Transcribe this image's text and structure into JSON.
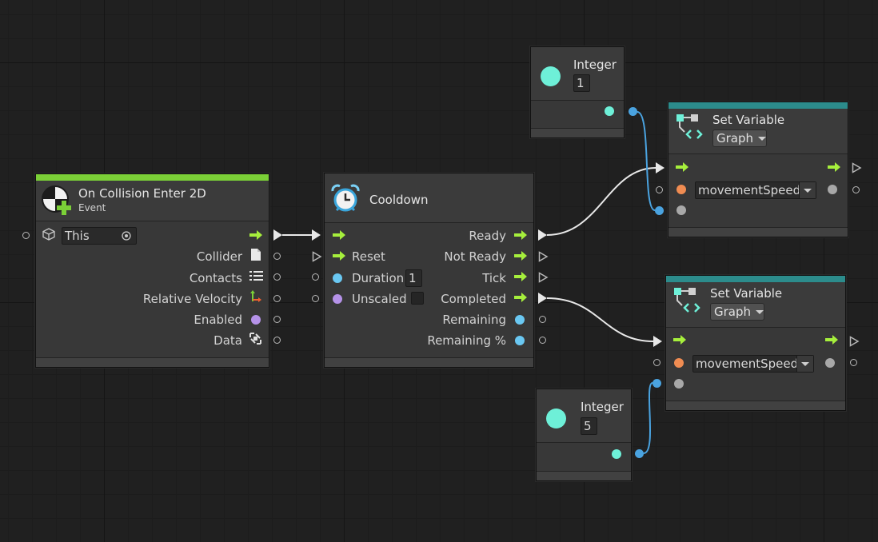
{
  "colors": {
    "event_bar": "#7bd037",
    "setvar_bar": "#2c8c8c",
    "flow_arrow": "#a6ef3c",
    "value_port": "#6ac8f2",
    "bool_port": "#b592e8",
    "string_port": "#f08c52",
    "integer_port": "#6ef0d8",
    "wire_value": "#4aa3e0",
    "wire_flow": "#e8e8e8"
  },
  "nodes": {
    "collision": {
      "title": "On Collision Enter 2D",
      "subtitle": "Event",
      "icon": "collision-event-icon",
      "target_value": "This",
      "outputs": [
        {
          "label": "Collider",
          "icon": "document-icon"
        },
        {
          "label": "Contacts",
          "icon": "list-icon"
        },
        {
          "label": "Relative Velocity",
          "icon": "vector-icon"
        },
        {
          "label": "Enabled",
          "icon": "bool-dot-icon"
        },
        {
          "label": "Data",
          "icon": "data-icon"
        }
      ]
    },
    "cooldown": {
      "title": "Cooldown",
      "icon": "alarm-clock-icon",
      "inputs": [
        {
          "label": "Reset"
        },
        {
          "label": "Duration",
          "value": "1"
        },
        {
          "label": "Unscaled"
        }
      ],
      "outputs": [
        {
          "label": "Ready"
        },
        {
          "label": "Not Ready"
        },
        {
          "label": "Tick"
        },
        {
          "label": "Completed"
        },
        {
          "label": "Remaining"
        },
        {
          "label": "Remaining %"
        }
      ]
    },
    "integer1": {
      "title": "Integer",
      "value": "1"
    },
    "integer5": {
      "title": "Integer",
      "value": "5"
    },
    "setvar1": {
      "title": "Set Variable",
      "scope": "Graph",
      "variable": "movementSpeed",
      "icon": "set-variable-icon"
    },
    "setvar2": {
      "title": "Set Variable",
      "scope": "Graph",
      "variable": "movementSpeed",
      "icon": "set-variable-icon"
    }
  }
}
